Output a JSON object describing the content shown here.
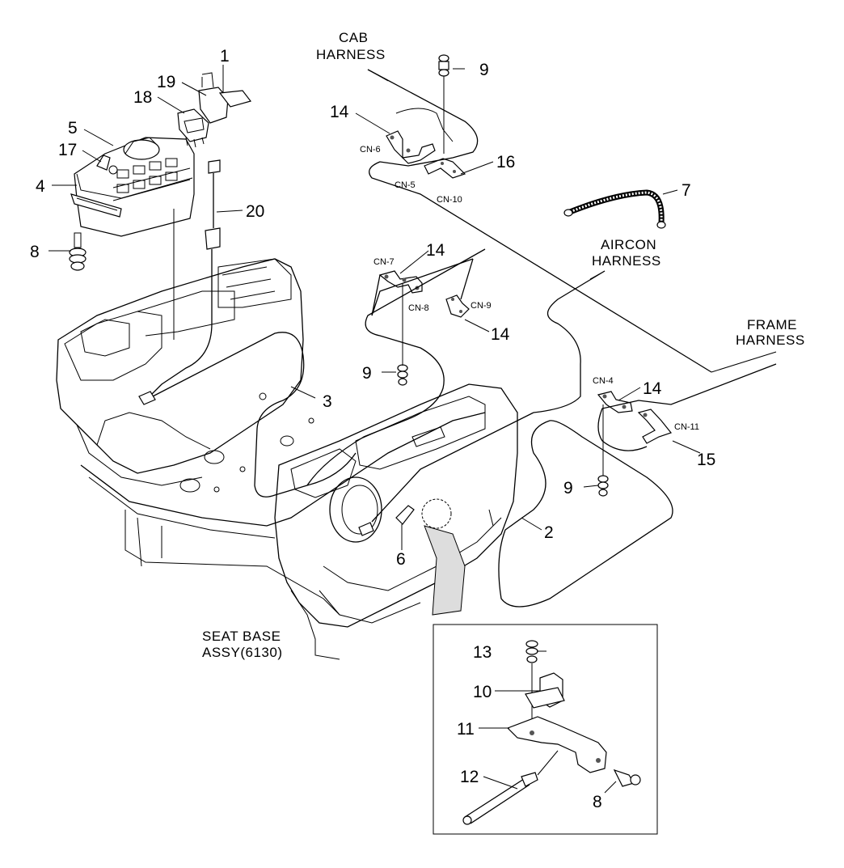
{
  "callouts": {
    "n1": "1",
    "n2": "2",
    "n3": "3",
    "n4": "4",
    "n5": "5",
    "n6": "6",
    "n7": "7",
    "n8a": "8",
    "n8b": "8",
    "n9a": "9",
    "n9b": "9",
    "n9c": "9",
    "n10": "10",
    "n11": "11",
    "n12": "12",
    "n13": "13",
    "n14a": "14",
    "n14b": "14",
    "n14c": "14",
    "n14d": "14",
    "n15": "15",
    "n16": "16",
    "n17": "17",
    "n18": "18",
    "n19": "19",
    "n20": "20"
  },
  "labels": {
    "cab_1": "CAB",
    "cab_2": "HARNESS",
    "aircon_1": "AIRCON",
    "aircon_2": "HARNESS",
    "frame_1": "FRAME",
    "frame_2": "HARNESS",
    "seat_1": "SEAT BASE",
    "seat_2": "ASSY(6130)"
  },
  "connectors": {
    "cn6": "CN-6",
    "cn5": "CN-5",
    "cn10": "CN-10",
    "cn7": "CN-7",
    "cn8": "CN-8",
    "cn9": "CN-9",
    "cn4": "CN-4",
    "cn11": "CN-11"
  }
}
